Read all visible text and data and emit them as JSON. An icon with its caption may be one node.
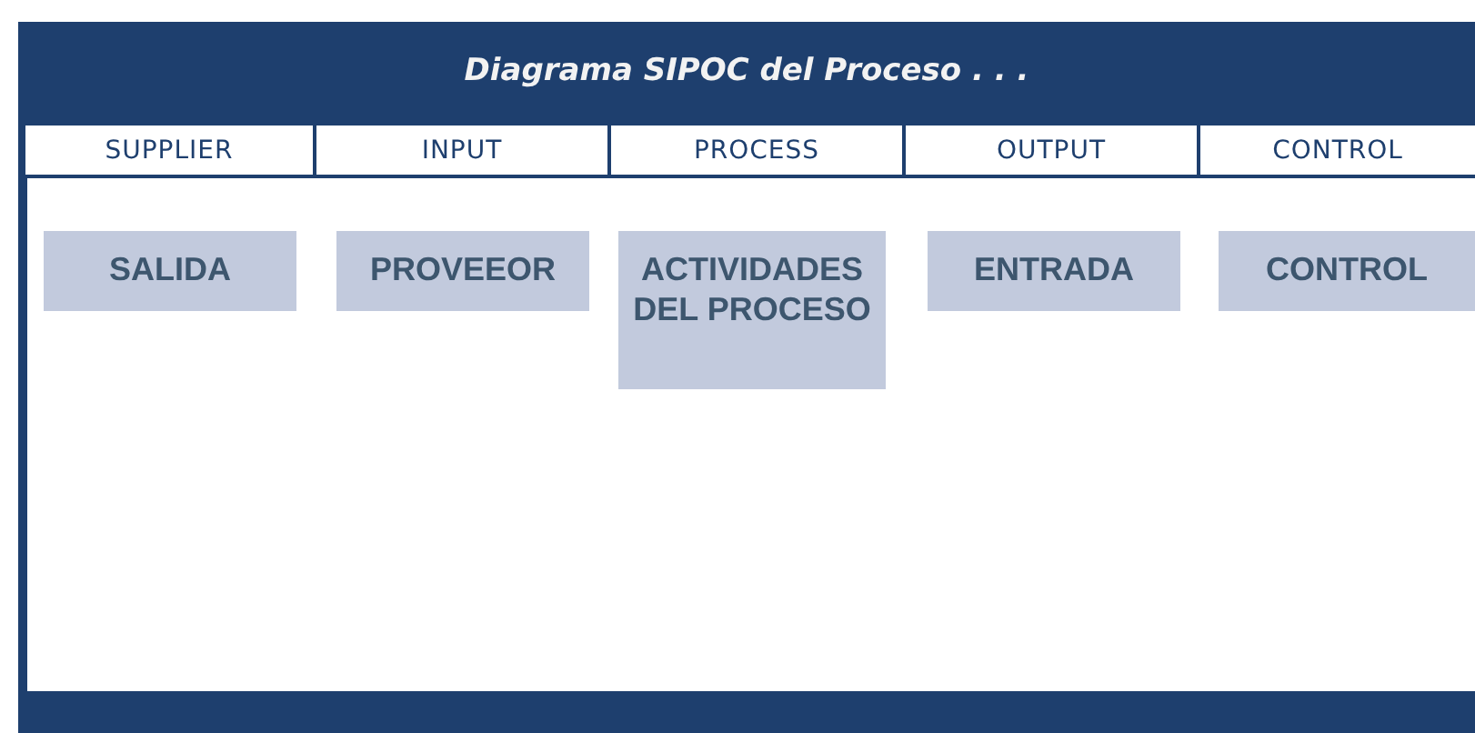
{
  "diagram": {
    "title": "Diagrama SIPOC del Proceso . . .",
    "nodes": [
      {
        "text": [
          "SUPPLIER"
        ]
      },
      {
        "text": [
          "INPUT"
        ]
      },
      {
        "text": [
          "PROCESS"
        ]
      },
      {
        "text": [
          "OUTPUT"
        ]
      },
      {
        "text": [
          "CONTROL"
        ]
      },
      {
        "text": [
          "SALIDA"
        ]
      },
      {
        "text": [
          "PROVEEOR"
        ]
      },
      {
        "text": [
          "ACTIVIDADES DEL PROCESO"
        ]
      },
      {
        "text": [
          "ENTRADA"
        ]
      },
      {
        "text": [
          "CONTROL"
        ]
      }
    ]
  }
}
